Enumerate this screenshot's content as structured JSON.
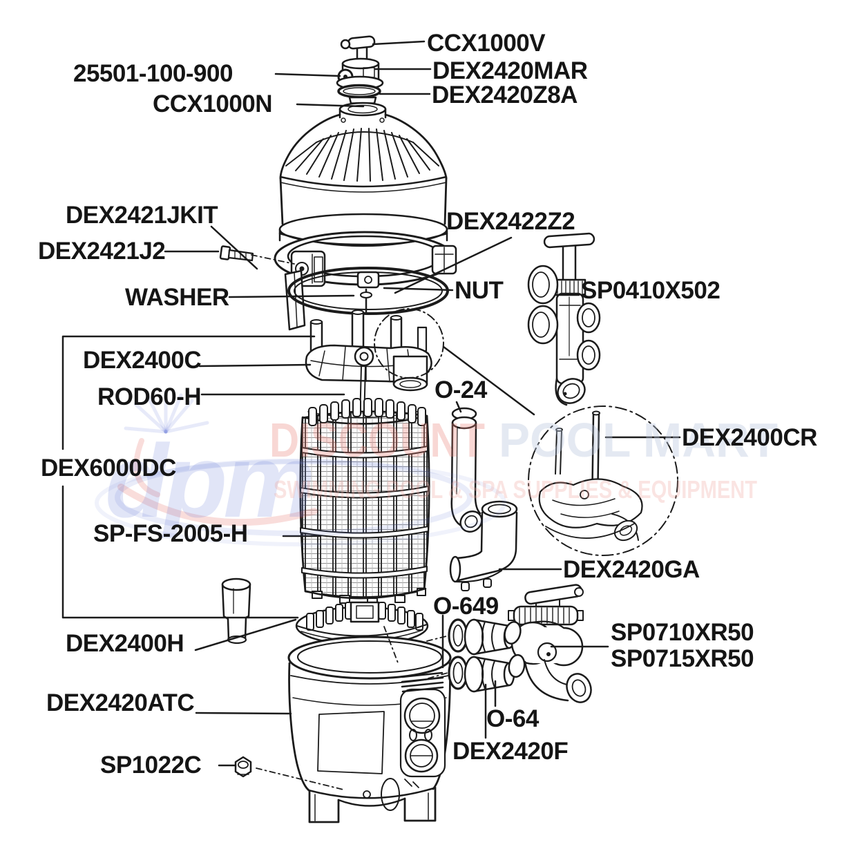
{
  "diagram_type": "exploded-parts-diagram",
  "watermark": {
    "logo_text": "dpm",
    "line1_word1": "DISCOUNT",
    "line1_word2": "POOL MART",
    "line2": "SWIMMING POOL & SPA SUPPLIES & EQUIPMENT",
    "colors": {
      "brand_blue": "#6b7fd7",
      "brand_red": "#e0554a",
      "line1_red": "#e8837a",
      "line1_blue": "#b9c4dd",
      "line2_pink": "#eda79f"
    }
  },
  "ink_color": "#1b1b1b",
  "labels": [
    {
      "id": "ccx1000v",
      "text": "CCX1000V"
    },
    {
      "id": "dex2420mar",
      "text": "DEX2420MAR"
    },
    {
      "id": "dex2420z8a",
      "text": "DEX2420Z8A"
    },
    {
      "id": "p25501",
      "text": "25501-100-900"
    },
    {
      "id": "ccx1000n",
      "text": "CCX1000N"
    },
    {
      "id": "dex2421jkit",
      "text": "DEX2421JKIT"
    },
    {
      "id": "dex2421j2",
      "text": "DEX2421J2"
    },
    {
      "id": "dex2422z2",
      "text": "DEX2422Z2"
    },
    {
      "id": "washer",
      "text": "WASHER"
    },
    {
      "id": "nut",
      "text": "NUT"
    },
    {
      "id": "sp0410x502",
      "text": "SP0410X502"
    },
    {
      "id": "dex2400c",
      "text": "DEX2400C"
    },
    {
      "id": "rod60h",
      "text": "ROD60-H"
    },
    {
      "id": "o24",
      "text": "O-24"
    },
    {
      "id": "dex2400cr",
      "text": "DEX2400CR"
    },
    {
      "id": "dex6000dc",
      "text": "DEX6000DC"
    },
    {
      "id": "spfs2005h",
      "text": "SP-FS-2005-H"
    },
    {
      "id": "dex2420ga",
      "text": "DEX2420GA"
    },
    {
      "id": "o649",
      "text": "O-649"
    },
    {
      "id": "sp0710xr50",
      "text": "SP0710XR50"
    },
    {
      "id": "sp0715xr50",
      "text": "SP0715XR50"
    },
    {
      "id": "dex2400h",
      "text": "DEX2400H"
    },
    {
      "id": "dex2420atc",
      "text": "DEX2420ATC"
    },
    {
      "id": "o64",
      "text": "O-64"
    },
    {
      "id": "dex2420f",
      "text": "DEX2420F"
    },
    {
      "id": "sp1022c",
      "text": "SP1022C"
    }
  ]
}
